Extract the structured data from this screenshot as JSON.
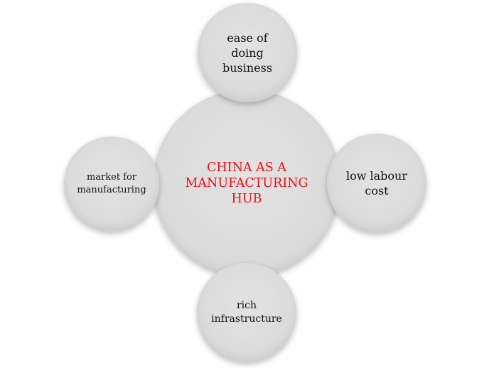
{
  "diagram": {
    "center": {
      "label": "CHINA AS A\nMANUFACTURING\nHUB",
      "color": "#e8101a"
    },
    "nodes": {
      "top": "ease of\ndoing\nbusiness",
      "right": "low labour\ncost",
      "bottom": "rich\ninfrastructure",
      "left": "market for\nmanufacturing"
    }
  }
}
